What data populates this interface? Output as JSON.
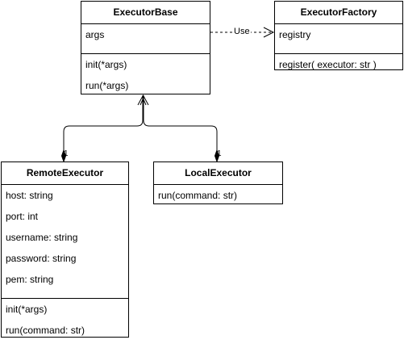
{
  "classes": {
    "executor_base": {
      "name": "ExecutorBase",
      "attributes": [
        "args"
      ],
      "methods": [
        "init(*args)",
        "run(*args)"
      ]
    },
    "executor_factory": {
      "name": "ExecutorFactory",
      "attributes": [
        "registry"
      ],
      "methods": [
        "register( executor: str )"
      ]
    },
    "remote_executor": {
      "name": "RemoteExecutor",
      "attributes": [
        "host: string",
        "port: int",
        "username: string",
        "password: string",
        "pem: string"
      ],
      "methods": [
        "init(*args)",
        "run(command: str)"
      ]
    },
    "local_executor": {
      "name": "LocalExecutor",
      "methods": [
        "run(command: str)"
      ]
    }
  },
  "relations": {
    "use_label": "Use",
    "remote_multiplicity": "1",
    "local_multiplicity": "1"
  }
}
